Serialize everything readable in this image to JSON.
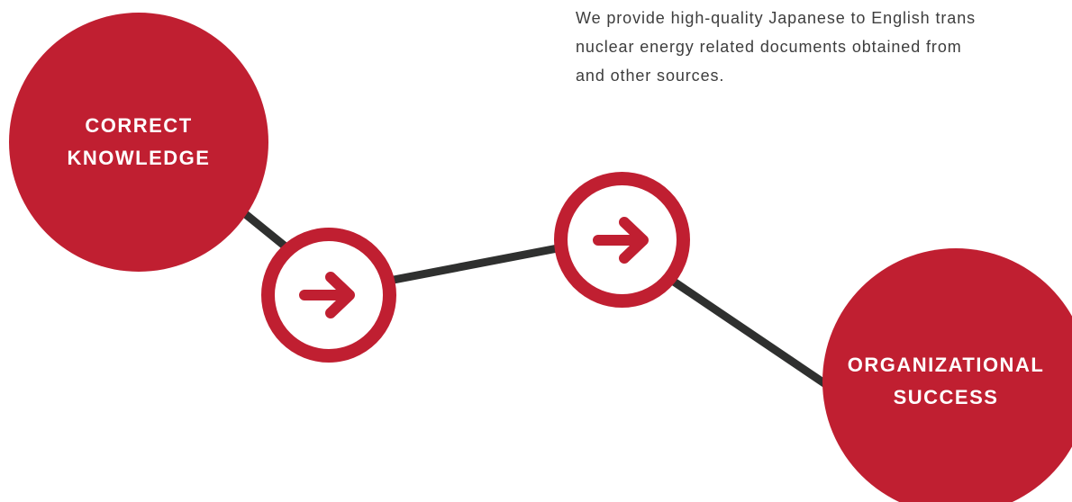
{
  "intro": {
    "line1": "We provide high-quality Japanese to English trans",
    "line2": "nuclear energy related documents obtained from",
    "line3": "and other sources."
  },
  "diagram": {
    "start": {
      "line1": "CORRECT",
      "line2": "KNOWLEDGE"
    },
    "end": {
      "line1": "ORGANIZATIONAL",
      "line2": "SUCCESS"
    },
    "arrow_icon": "arrow-right-icon"
  },
  "colors": {
    "accent": "#c01f31",
    "connector": "#2f302f",
    "text": "#3d3d3d",
    "background": "#ffffff"
  }
}
